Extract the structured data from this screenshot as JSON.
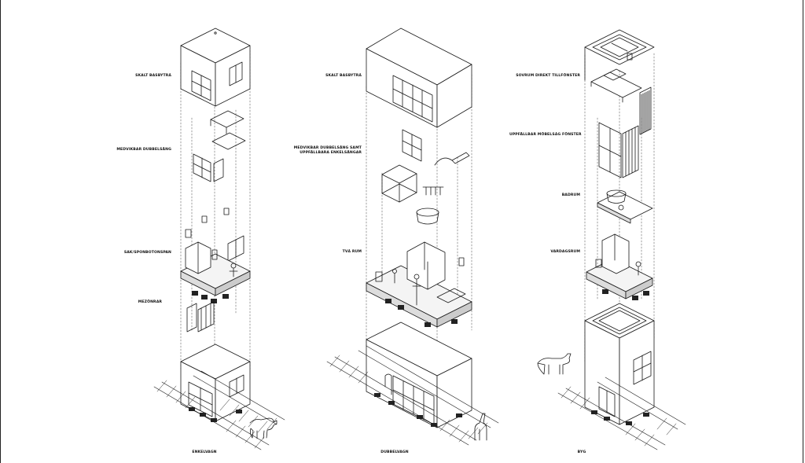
{
  "labels": {
    "left": {
      "l1": "SKALT BASBYTRÅ",
      "l2": "MEDVIKBAR DUBBELSÄNG",
      "l3": "SAK/SPONBOTONSPAN",
      "l4": "MEZÖNRAR",
      "caption": "ENKELVAGN"
    },
    "middle": {
      "l1": "SKALT BASBYTRÅ",
      "l2a": "MEDVIKBAR DUBBELSÄNG SAMT",
      "l2b": "UPPFÄLLBARA ENKELSÄNGAR",
      "l3": "TVÅ RUM",
      "caption": "DUBBELVAGN"
    },
    "right": {
      "l1": "SOVRUM DIREKT TILLFÖNSTER",
      "l2": "UPPFÄLLBAR MÖBELSÅG FÖNSTER",
      "l3": "BADRUM",
      "l4": "VARDAGSRUM",
      "caption": "BYG"
    }
  }
}
